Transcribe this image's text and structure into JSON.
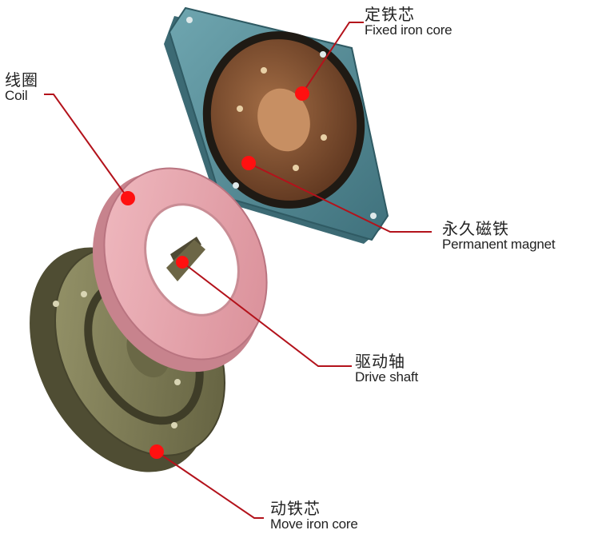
{
  "labels": {
    "fixed_core": {
      "zh": "定铁芯",
      "en": "Fixed iron core"
    },
    "coil": {
      "zh": "线圈",
      "en": "Coil"
    },
    "magnet": {
      "zh": "永久磁铁",
      "en": "Permanent magnet"
    },
    "shaft": {
      "zh": "驱动轴",
      "en": "Drive shaft"
    },
    "move_core": {
      "zh": "动铁芯",
      "en": "Move iron core"
    }
  },
  "colors": {
    "leader": "#b3121b",
    "marker": "#ff1010",
    "fixed_body": "#4f8894",
    "fixed_core": "#7a4a2c",
    "coil": "#e7a2ab",
    "move_body": "#7c7a55"
  }
}
